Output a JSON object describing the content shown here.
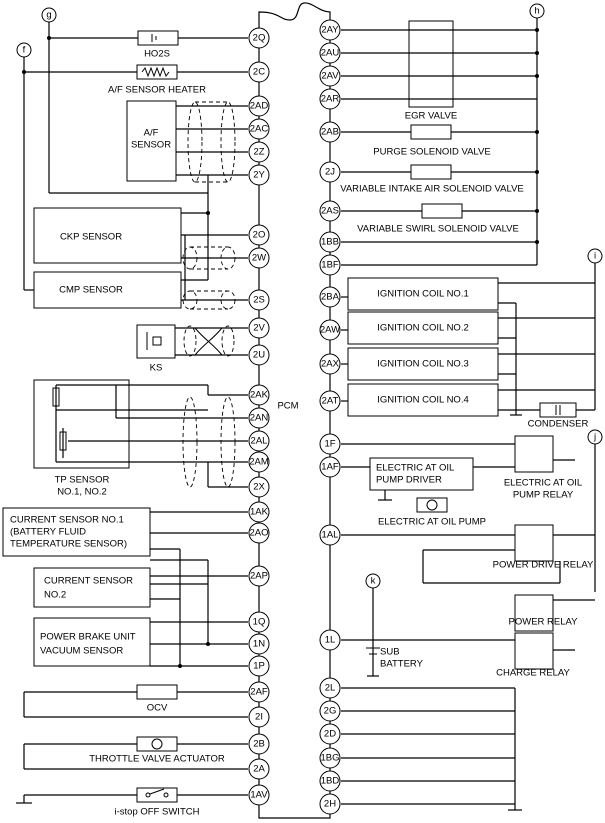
{
  "pcm_label": "PCM",
  "connectors": {
    "g": "g",
    "f": "f",
    "h": "h",
    "i": "i",
    "j": "j",
    "k": "k"
  },
  "left_pins": [
    "2Q",
    "2C",
    "2AD",
    "2AC",
    "2Z",
    "2Y",
    "2O",
    "2W",
    "2S",
    "2V",
    "2U",
    "2AK",
    "2AN",
    "2AL",
    "2AM",
    "2X",
    "1AK",
    "2AO",
    "2AP",
    "1Q",
    "1N",
    "1P",
    "2AF",
    "2I",
    "2B",
    "2A",
    "1AV"
  ],
  "right_pins": [
    "2AY",
    "2AU",
    "2AV",
    "2AR",
    "2AB",
    "2J",
    "2AS",
    "1BB",
    "1BF",
    "2BA",
    "2AW",
    "2AX",
    "2AT",
    "1F",
    "1AF",
    "1AL",
    "1L",
    "2L",
    "2G",
    "2D",
    "1BG",
    "1BD",
    "2H"
  ],
  "labels": {
    "ho2s": "HO2S",
    "af_heater": "A/F SENSOR HEATER",
    "af_sensor_1": "A/F",
    "af_sensor_2": "SENSOR",
    "ckp": "CKP SENSOR",
    "cmp": "CMP SENSOR",
    "ks": "KS",
    "tp_1": "TP SENSOR",
    "tp_2": "NO.1, NO.2",
    "cs1_1": "CURRENT SENSOR NO.1",
    "cs1_2": "(BATTERY FLUID",
    "cs1_3": "TEMPERATURE SENSOR)",
    "cs2_1": "CURRENT SENSOR",
    "cs2_2": "NO.2",
    "pbu_1": "POWER BRAKE UNIT",
    "pbu_2": "VACUUM SENSOR",
    "ocv": "OCV",
    "throttle": "THROTTLE VALVE ACTUATOR",
    "istop": "i-stop OFF SWITCH",
    "egr": "EGR VALVE",
    "purge": "PURGE SOLENOID VALVE",
    "via": "VARIABLE INTAKE AIR SOLENOID VALVE",
    "vswirl": "VARIABLE SWIRL SOLENOID VALVE",
    "coil1": "IGNITION COIL NO.1",
    "coil2": "IGNITION COIL NO.2",
    "coil3": "IGNITION COIL NO.3",
    "coil4": "IGNITION COIL NO.4",
    "condenser": "CONDENSER",
    "eaop_drv_1": "ELECTRIC AT OIL",
    "eaop_drv_2": "PUMP DRIVER",
    "eaop": "ELECTRIC AT OIL PUMP",
    "eaop_relay_1": "ELECTRIC AT OIL",
    "eaop_relay_2": "PUMP RELAY",
    "power_drive_relay": "POWER DRIVE RELAY",
    "power_relay": "POWER RELAY",
    "sub_battery_1": "SUB",
    "sub_battery_2": "BATTERY",
    "charge_relay": "CHARGE RELAY"
  }
}
